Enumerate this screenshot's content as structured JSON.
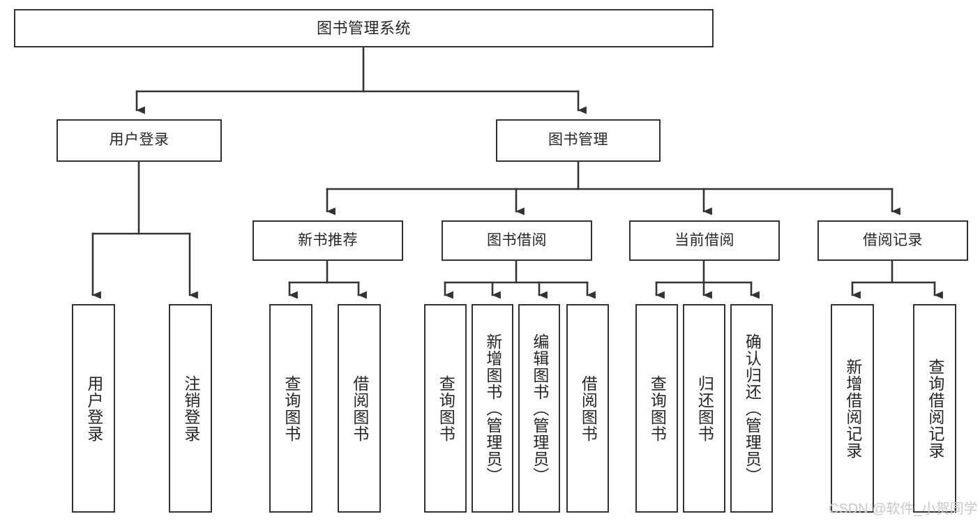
{
  "diagram": {
    "title": "图书管理系统",
    "type": "tree-hierarchy-chart",
    "orientation": "top-down",
    "colors": {
      "background": "#ffffff",
      "node_border": "#333333",
      "node_fill": "#ffffff",
      "text": "#262626",
      "connector": "#333333",
      "watermark": "#c8c8c8"
    }
  },
  "nodes": {
    "root": {
      "label": "图书管理系统",
      "level": 1
    },
    "level2": [
      {
        "id": "user-login",
        "label": "用户登录",
        "level": 2
      },
      {
        "id": "book-manage",
        "label": "图书管理",
        "level": 2
      }
    ],
    "level3": [
      {
        "id": "new-book-recommend",
        "label": "新书推荐",
        "level": 3,
        "parent": "book-manage"
      },
      {
        "id": "book-borrow",
        "label": "图书借阅",
        "level": 3,
        "parent": "book-manage"
      },
      {
        "id": "current-borrow",
        "label": "当前借阅",
        "level": 3,
        "parent": "book-manage"
      },
      {
        "id": "borrow-record",
        "label": "借阅记录",
        "level": 3,
        "parent": "book-manage"
      }
    ],
    "leaves": [
      {
        "id": "leaf-user-login",
        "label": "用户登录",
        "parent": "user-login"
      },
      {
        "id": "leaf-logout",
        "label": "注销登录",
        "parent": "user-login"
      },
      {
        "id": "leaf-query-book-1",
        "label": "查询图书",
        "parent": "new-book-recommend"
      },
      {
        "id": "leaf-borrow-book-1",
        "label": "借阅图书",
        "parent": "new-book-recommend"
      },
      {
        "id": "leaf-query-book-2",
        "label": "查询图书",
        "parent": "book-borrow"
      },
      {
        "id": "leaf-add-book",
        "label": "新增图书（管理员）",
        "parent": "book-borrow"
      },
      {
        "id": "leaf-edit-book",
        "label": "编辑图书（管理员）",
        "parent": "book-borrow"
      },
      {
        "id": "leaf-borrow-book-2",
        "label": "借阅图书",
        "parent": "book-borrow"
      },
      {
        "id": "leaf-query-book-3",
        "label": "查询图书",
        "parent": "current-borrow"
      },
      {
        "id": "leaf-return-book",
        "label": "归还图书",
        "parent": "current-borrow"
      },
      {
        "id": "leaf-confirm-return",
        "label": "确认归还（管理员）",
        "parent": "current-borrow"
      },
      {
        "id": "leaf-add-record",
        "label": "新增借阅记录",
        "parent": "borrow-record"
      },
      {
        "id": "leaf-query-record",
        "label": "查询借阅记录",
        "parent": "borrow-record"
      }
    ]
  },
  "watermark": {
    "text": "CSDN @软件_小贺同学"
  }
}
